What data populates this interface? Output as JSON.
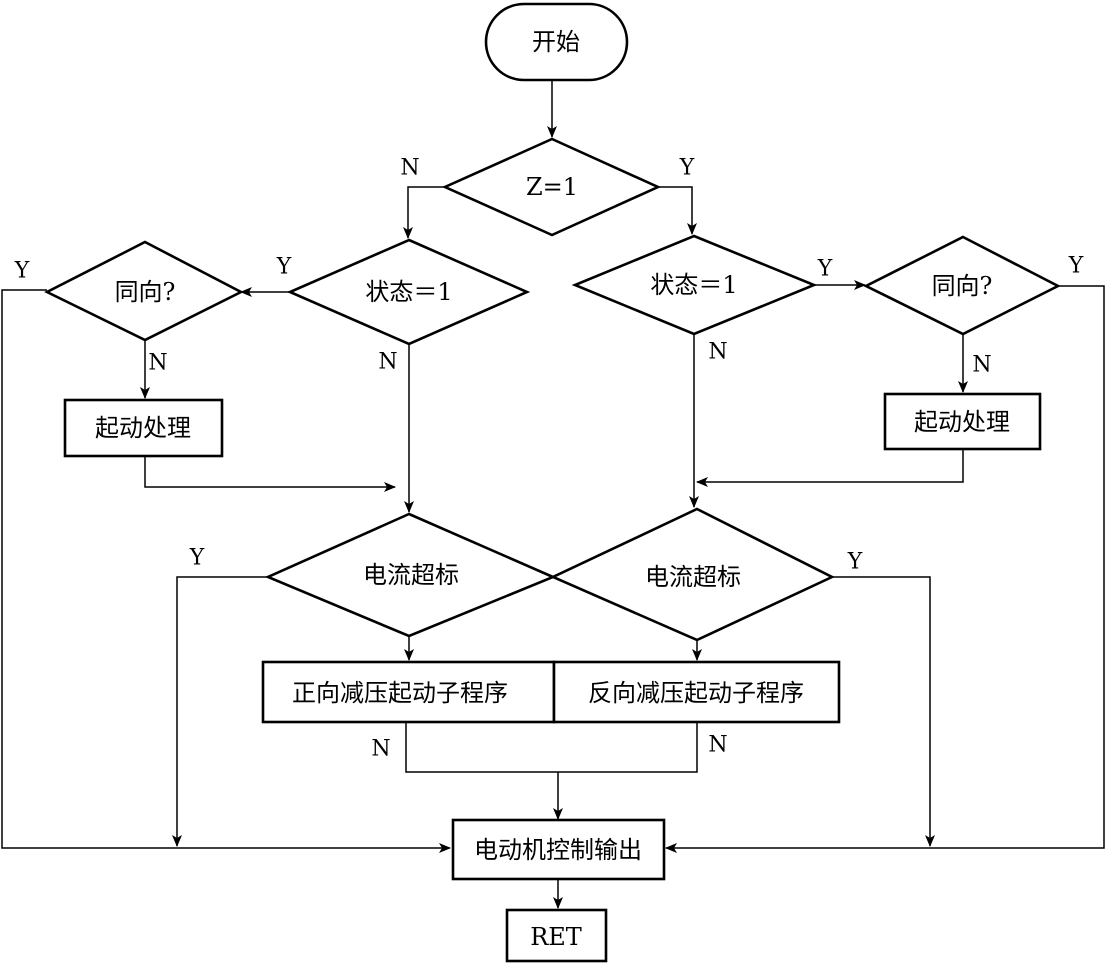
{
  "nodes": {
    "start": "开始",
    "z_check": "Z=1",
    "state_left": "状态＝1",
    "state_right": "状态＝1",
    "same_dir_left": "同向?",
    "same_dir_right": "同向?",
    "start_proc_left": "起动处理",
    "start_proc_right": "起动处理",
    "current_left": "电流超标",
    "current_right": "电流超标",
    "forward_sub": "正向减压起动子程序",
    "reverse_sub": "反向减压起动子程序",
    "motor_output": "电动机控制输出",
    "ret": "RET"
  },
  "edge_labels": {
    "z_no": "N",
    "z_yes": "Y",
    "state_left_yes": "Y",
    "state_left_no": "N",
    "state_right_yes": "Y",
    "state_right_no": "N",
    "same_left_yes": "Y",
    "same_left_no": "N",
    "same_right_yes": "Y",
    "same_right_no": "N",
    "current_left_yes": "Y",
    "current_right_yes": "Y",
    "forward_no": "N",
    "reverse_no": "N"
  }
}
